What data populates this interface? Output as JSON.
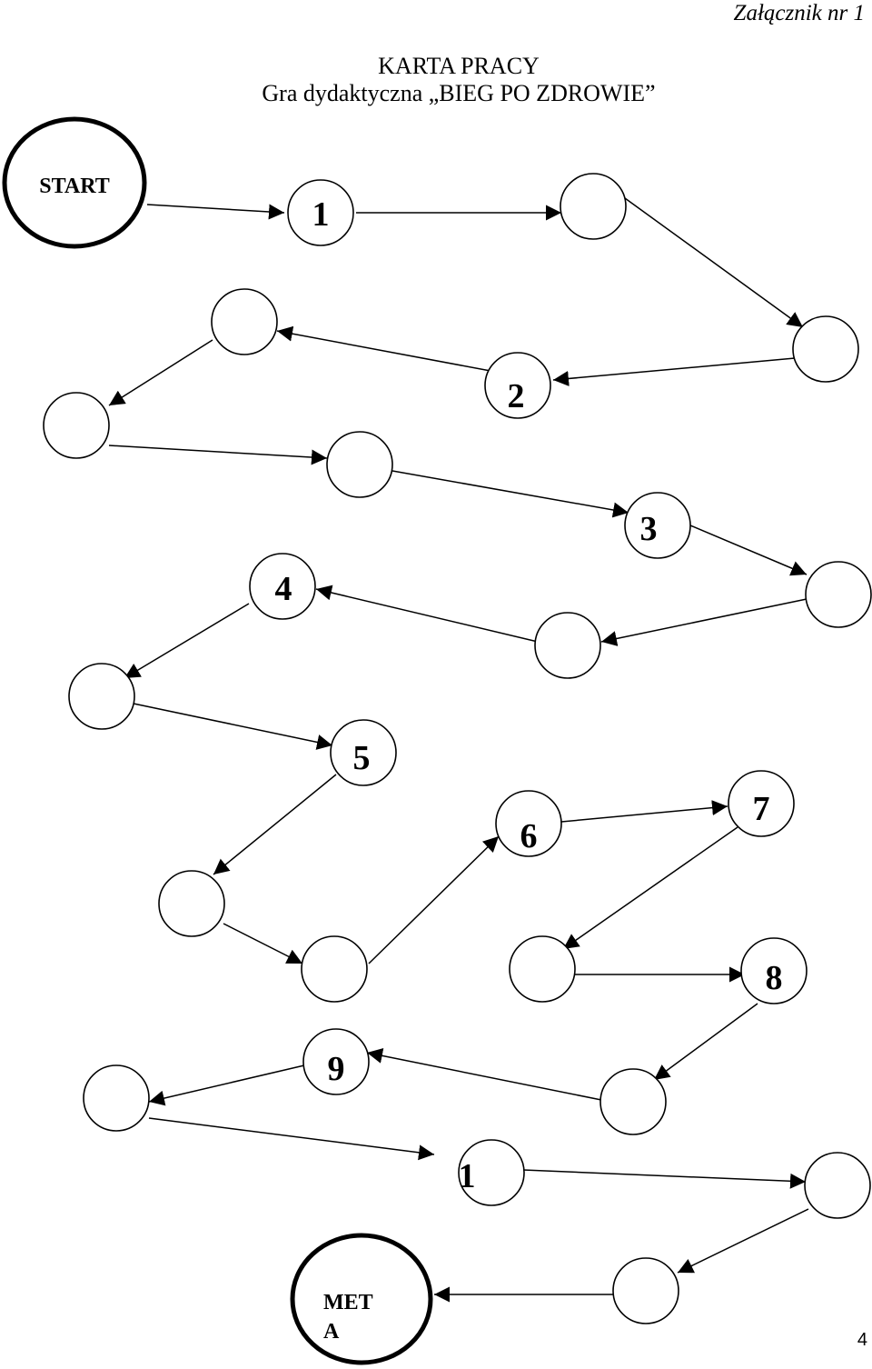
{
  "header": {
    "annex": "Załącznik nr 1",
    "title_line1": "KARTA PRACY",
    "title_line2": "Gra dydaktyczna „BIEG PO ZDROWIE”"
  },
  "board": {
    "start": "START",
    "finish_line1": "MET",
    "finish_line2": "A",
    "numbers": [
      "1",
      "2",
      "3",
      "4",
      "5",
      "6",
      "7",
      "8",
      "9",
      "1"
    ]
  },
  "page_number": "4"
}
